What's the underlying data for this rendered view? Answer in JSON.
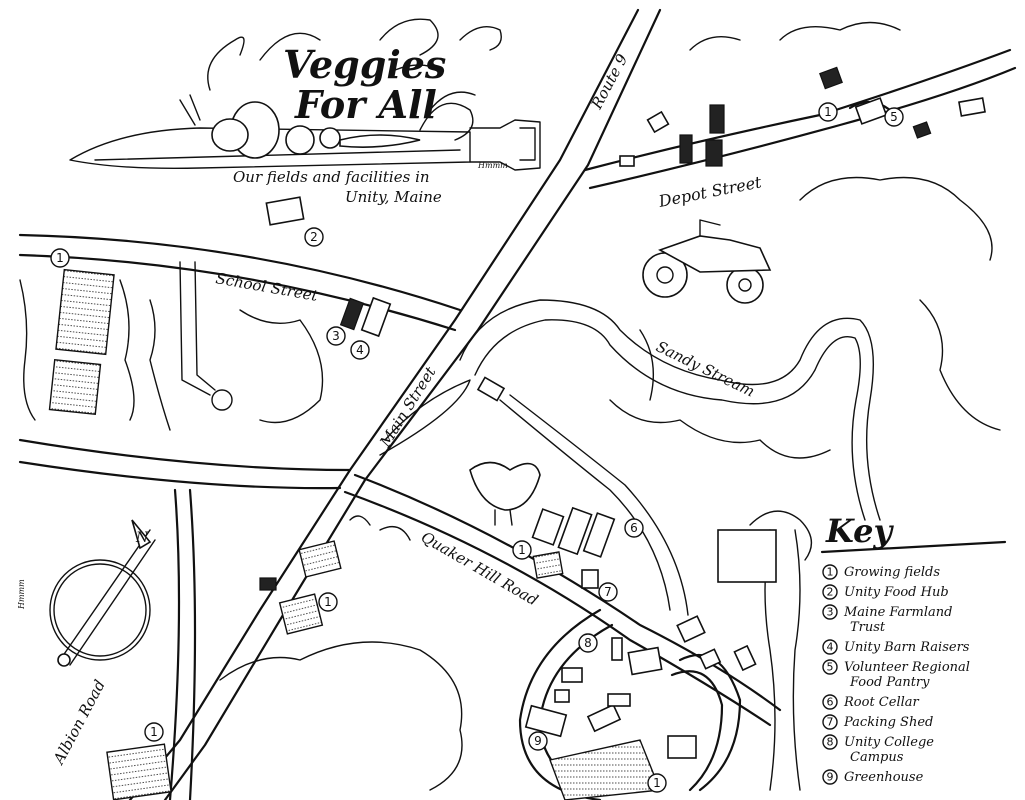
{
  "title": {
    "line1": "Veggies",
    "line2": "For All",
    "subtitle_line1": "Our fields and facilities in",
    "subtitle_line2": "Unity, Maine",
    "artist_signature": "Hmmm"
  },
  "roads": {
    "route9": "Route 9",
    "depot": "Depot Street",
    "school": "School Street",
    "main": "Main Street",
    "quaker": "Quaker Hill Road",
    "albion": "Albion Road"
  },
  "water": {
    "stream": "Sandy Stream"
  },
  "compass": {
    "north": "N",
    "signature": "Hmmm"
  },
  "key": {
    "title": "Key",
    "items": [
      {
        "num": "1",
        "line1": "Growing fields",
        "line2": ""
      },
      {
        "num": "2",
        "line1": "Unity Food Hub",
        "line2": ""
      },
      {
        "num": "3",
        "line1": "Maine Farmland",
        "line2": "Trust"
      },
      {
        "num": "4",
        "line1": "Unity Barn Raisers",
        "line2": ""
      },
      {
        "num": "5",
        "line1": "Volunteer Regional",
        "line2": "Food Pantry"
      },
      {
        "num": "6",
        "line1": "Root Cellar",
        "line2": ""
      },
      {
        "num": "7",
        "line1": "Packing Shed",
        "line2": ""
      },
      {
        "num": "8",
        "line1": "Unity College",
        "line2": "Campus"
      },
      {
        "num": "9",
        "line1": "Greenhouse",
        "line2": ""
      }
    ]
  },
  "markers": {
    "m1_nw_field": "1",
    "m2_food_hub": "2",
    "m3_farmland": "3",
    "m4_barn": "4",
    "m1_ne_field": "1",
    "m5_pantry": "5",
    "m1_farm": "1",
    "m6_root_cellar": "6",
    "m7_packing": "7",
    "m1_center_field": "1",
    "m8_campus": "8",
    "m9_greenhouse": "9",
    "m1_campus_field": "1",
    "m1_sw_field": "1"
  }
}
